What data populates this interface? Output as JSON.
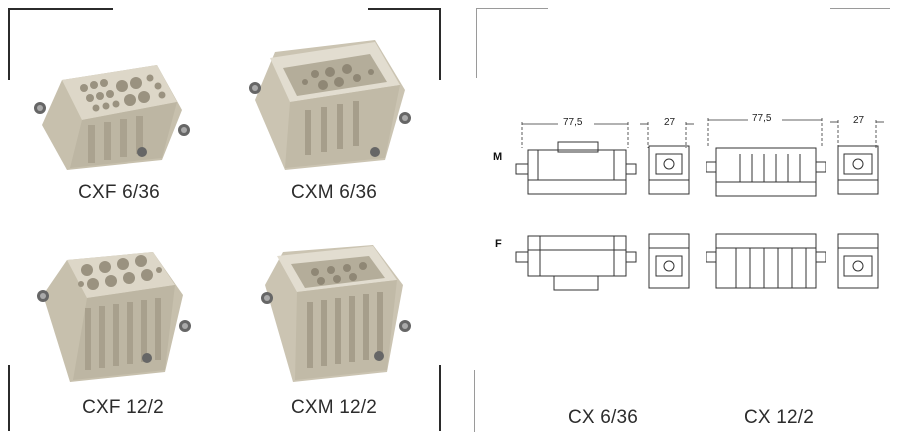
{
  "products": [
    {
      "id": "cxf-6-36",
      "label": "CXF 6/36"
    },
    {
      "id": "cxm-6-36",
      "label": "CXM 6/36"
    },
    {
      "id": "cxf-12-2",
      "label": "CXF 12/2"
    },
    {
      "id": "cxm-12-2",
      "label": "CXM 12/2"
    }
  ],
  "drawings": {
    "row_labels": {
      "male": "M",
      "female": "F"
    },
    "dimensions": {
      "length_a": "77,5",
      "width_a": "27",
      "length_b": "77,5",
      "width_b": "27"
    },
    "captions": {
      "left": "CX 6/36",
      "right": "CX 12/2"
    }
  },
  "colors": {
    "frame": "#2b2b2b",
    "insert_body": "#d8d2c2",
    "insert_shadow": "#b9b2a0",
    "drawing_stroke": "#333333"
  }
}
